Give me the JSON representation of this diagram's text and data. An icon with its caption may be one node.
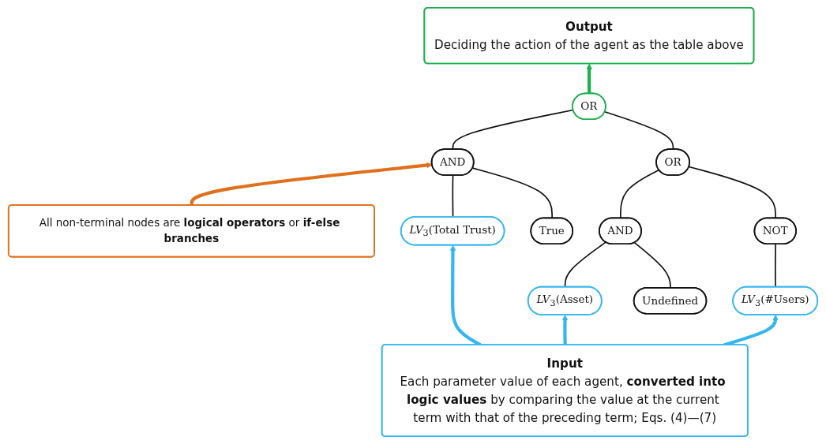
{
  "diagram": {
    "nodes": [
      {
        "text": [
          "Output",
          "Deciding the action of the agent as the table above"
        ]
      },
      {
        "text": [
          "All non-terminal nodes are **logical operators** or **if-else branches**"
        ]
      },
      {
        "text": [
          "OR"
        ]
      },
      {
        "text": [
          "AND"
        ]
      },
      {
        "text": [
          "OR"
        ]
      },
      {
        "text": [
          "*LV*$_{3}$(Total Trust)"
        ]
      },
      {
        "text": [
          "True"
        ]
      },
      {
        "text": [
          "AND"
        ]
      },
      {
        "text": [
          "NOT"
        ]
      },
      {
        "text": [
          "*LV*$_{3}$(Asset)"
        ]
      },
      {
        "text": [
          "Undefined"
        ]
      },
      {
        "text": [
          "*LV*$_{3}$(#Users)"
        ]
      },
      {
        "text": [
          "Input",
          "Each parameter value of each agent, **converted into logic values** by comparing the value at the current term with that of the preceding term; Eqs. (4)—(7)"
        ]
      }
    ],
    "edges": [
      {
        "from": 2,
        "to": 0,
        "arrow": "to",
        "style": "thick",
        "color": "#1db04f"
      },
      {
        "from": 1,
        "to": 3,
        "arrow": "to",
        "style": "thick",
        "color": "#e0701c"
      },
      {
        "from": 2,
        "to": 3,
        "arrow": "none"
      },
      {
        "from": 2,
        "to": 4,
        "arrow": "none"
      },
      {
        "from": 3,
        "to": 5,
        "arrow": "none"
      },
      {
        "from": 3,
        "to": 6,
        "arrow": "none"
      },
      {
        "from": 4,
        "to": 7,
        "arrow": "none"
      },
      {
        "from": 4,
        "to": 8,
        "arrow": "none"
      },
      {
        "from": 7,
        "to": 9,
        "arrow": "none"
      },
      {
        "from": 7,
        "to": 10,
        "arrow": "none"
      },
      {
        "from": 8,
        "to": 11,
        "arrow": "none"
      },
      {
        "from": 12,
        "to": 5,
        "arrow": "to",
        "style": "thick",
        "color": "#35b6f2"
      },
      {
        "from": 12,
        "to": 9,
        "arrow": "to",
        "style": "thick",
        "color": "#35b6f2"
      },
      {
        "from": 12,
        "to": 11,
        "arrow": "to",
        "style": "thick",
        "color": "#35b6f2"
      }
    ]
  }
}
